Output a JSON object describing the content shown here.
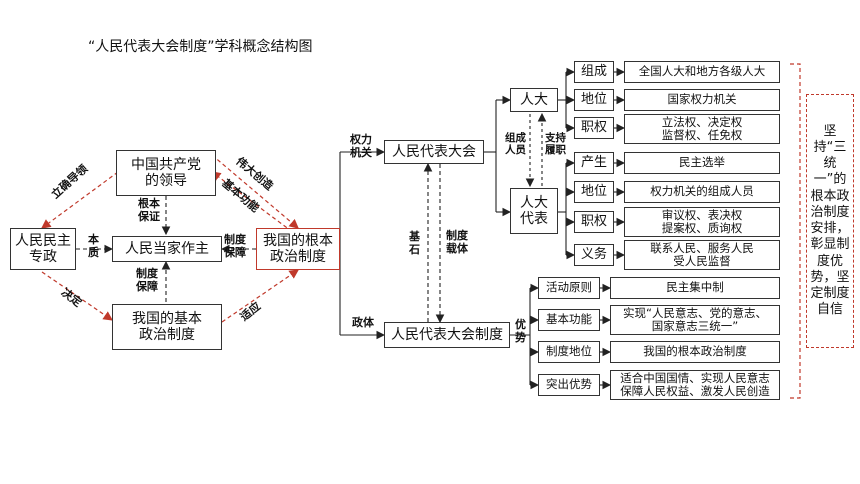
{
  "title": "“人民代表大会制度”学科概念结构图",
  "left": {
    "party": "中国共产党的领导",
    "party_lines": [
      "中国共产党",
      "的领导"
    ],
    "people_dem": [
      "人民民主",
      "专政"
    ],
    "masters": "人民当家作主",
    "basic": [
      "我国的基本",
      "政治制度"
    ],
    "root": [
      "我国的根本",
      "政治制度"
    ],
    "lbl_lead": "立确导领",
    "lbl_create": "伟大创造",
    "lbl_func": "基本功能",
    "lbl_guarantee": [
      "根本",
      "保证"
    ],
    "lbl_essence": [
      "本",
      "质"
    ],
    "lbl_sys_guar1": [
      "制度",
      "保障"
    ],
    "lbl_sys_guar2": [
      "制度",
      "保障"
    ],
    "lbl_decide": "决定",
    "lbl_adapt": "适应"
  },
  "middle": {
    "npc": "人民代表大会",
    "npc_sys": "人民代表大会制度",
    "lbl_power": [
      "权力",
      "机关"
    ],
    "lbl_regime": "政体",
    "lbl_base": [
      "基",
      "石"
    ],
    "lbl_carrier": [
      "制度",
      "载体"
    ],
    "lbl_adv": [
      "优",
      "势"
    ]
  },
  "right": {
    "rd": "人大",
    "rddb": [
      "人大",
      "代表"
    ],
    "lbl_compose": [
      "组成",
      "人员"
    ],
    "lbl_support": [
      "支持",
      "履职"
    ],
    "rd_items": [
      {
        "key": "组成",
        "value": [
          "全国人大和地方各级人大"
        ]
      },
      {
        "key": "地位",
        "value": [
          "国家权力机关"
        ]
      },
      {
        "key": "职权",
        "value": [
          "立法权、决定权",
          "监督权、任免权"
        ]
      }
    ],
    "db_items": [
      {
        "key": "产生",
        "value": [
          "民主选举"
        ]
      },
      {
        "key": "地位",
        "value": [
          "权力机关的组成人员"
        ]
      },
      {
        "key": "职权",
        "value": [
          "审议权、表决权",
          "提案权、质询权"
        ]
      },
      {
        "key": "义务",
        "value": [
          "联系人民、服务人民",
          "受人民监督"
        ]
      }
    ],
    "sys_items": [
      {
        "key": "活动原则",
        "value": [
          "民主集中制"
        ]
      },
      {
        "key": "基本功能",
        "value": [
          "实现“人民意志、党的意志、",
          "国家意志三统一”"
        ]
      },
      {
        "key": "制度地位",
        "value": [
          "我国的根本政治制度"
        ]
      },
      {
        "key": "突出优势",
        "value": [
          "适合中国国情、实现人民意志",
          "保障人民权益、激发人民创造"
        ]
      }
    ],
    "side_note": "坚持“三统一”的根本政治制度安排，彰显制度优势，坚定制度自信"
  }
}
